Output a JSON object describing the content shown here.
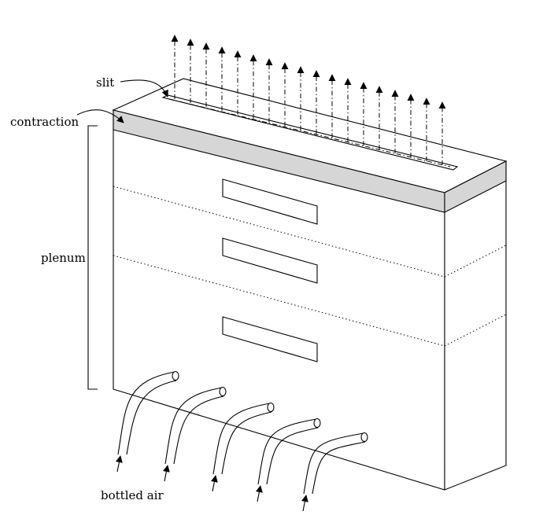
{
  "labels": {
    "slit": "slit",
    "contraction": "contraction",
    "plenum": "plenum",
    "bottled_air": "bottled air"
  }
}
